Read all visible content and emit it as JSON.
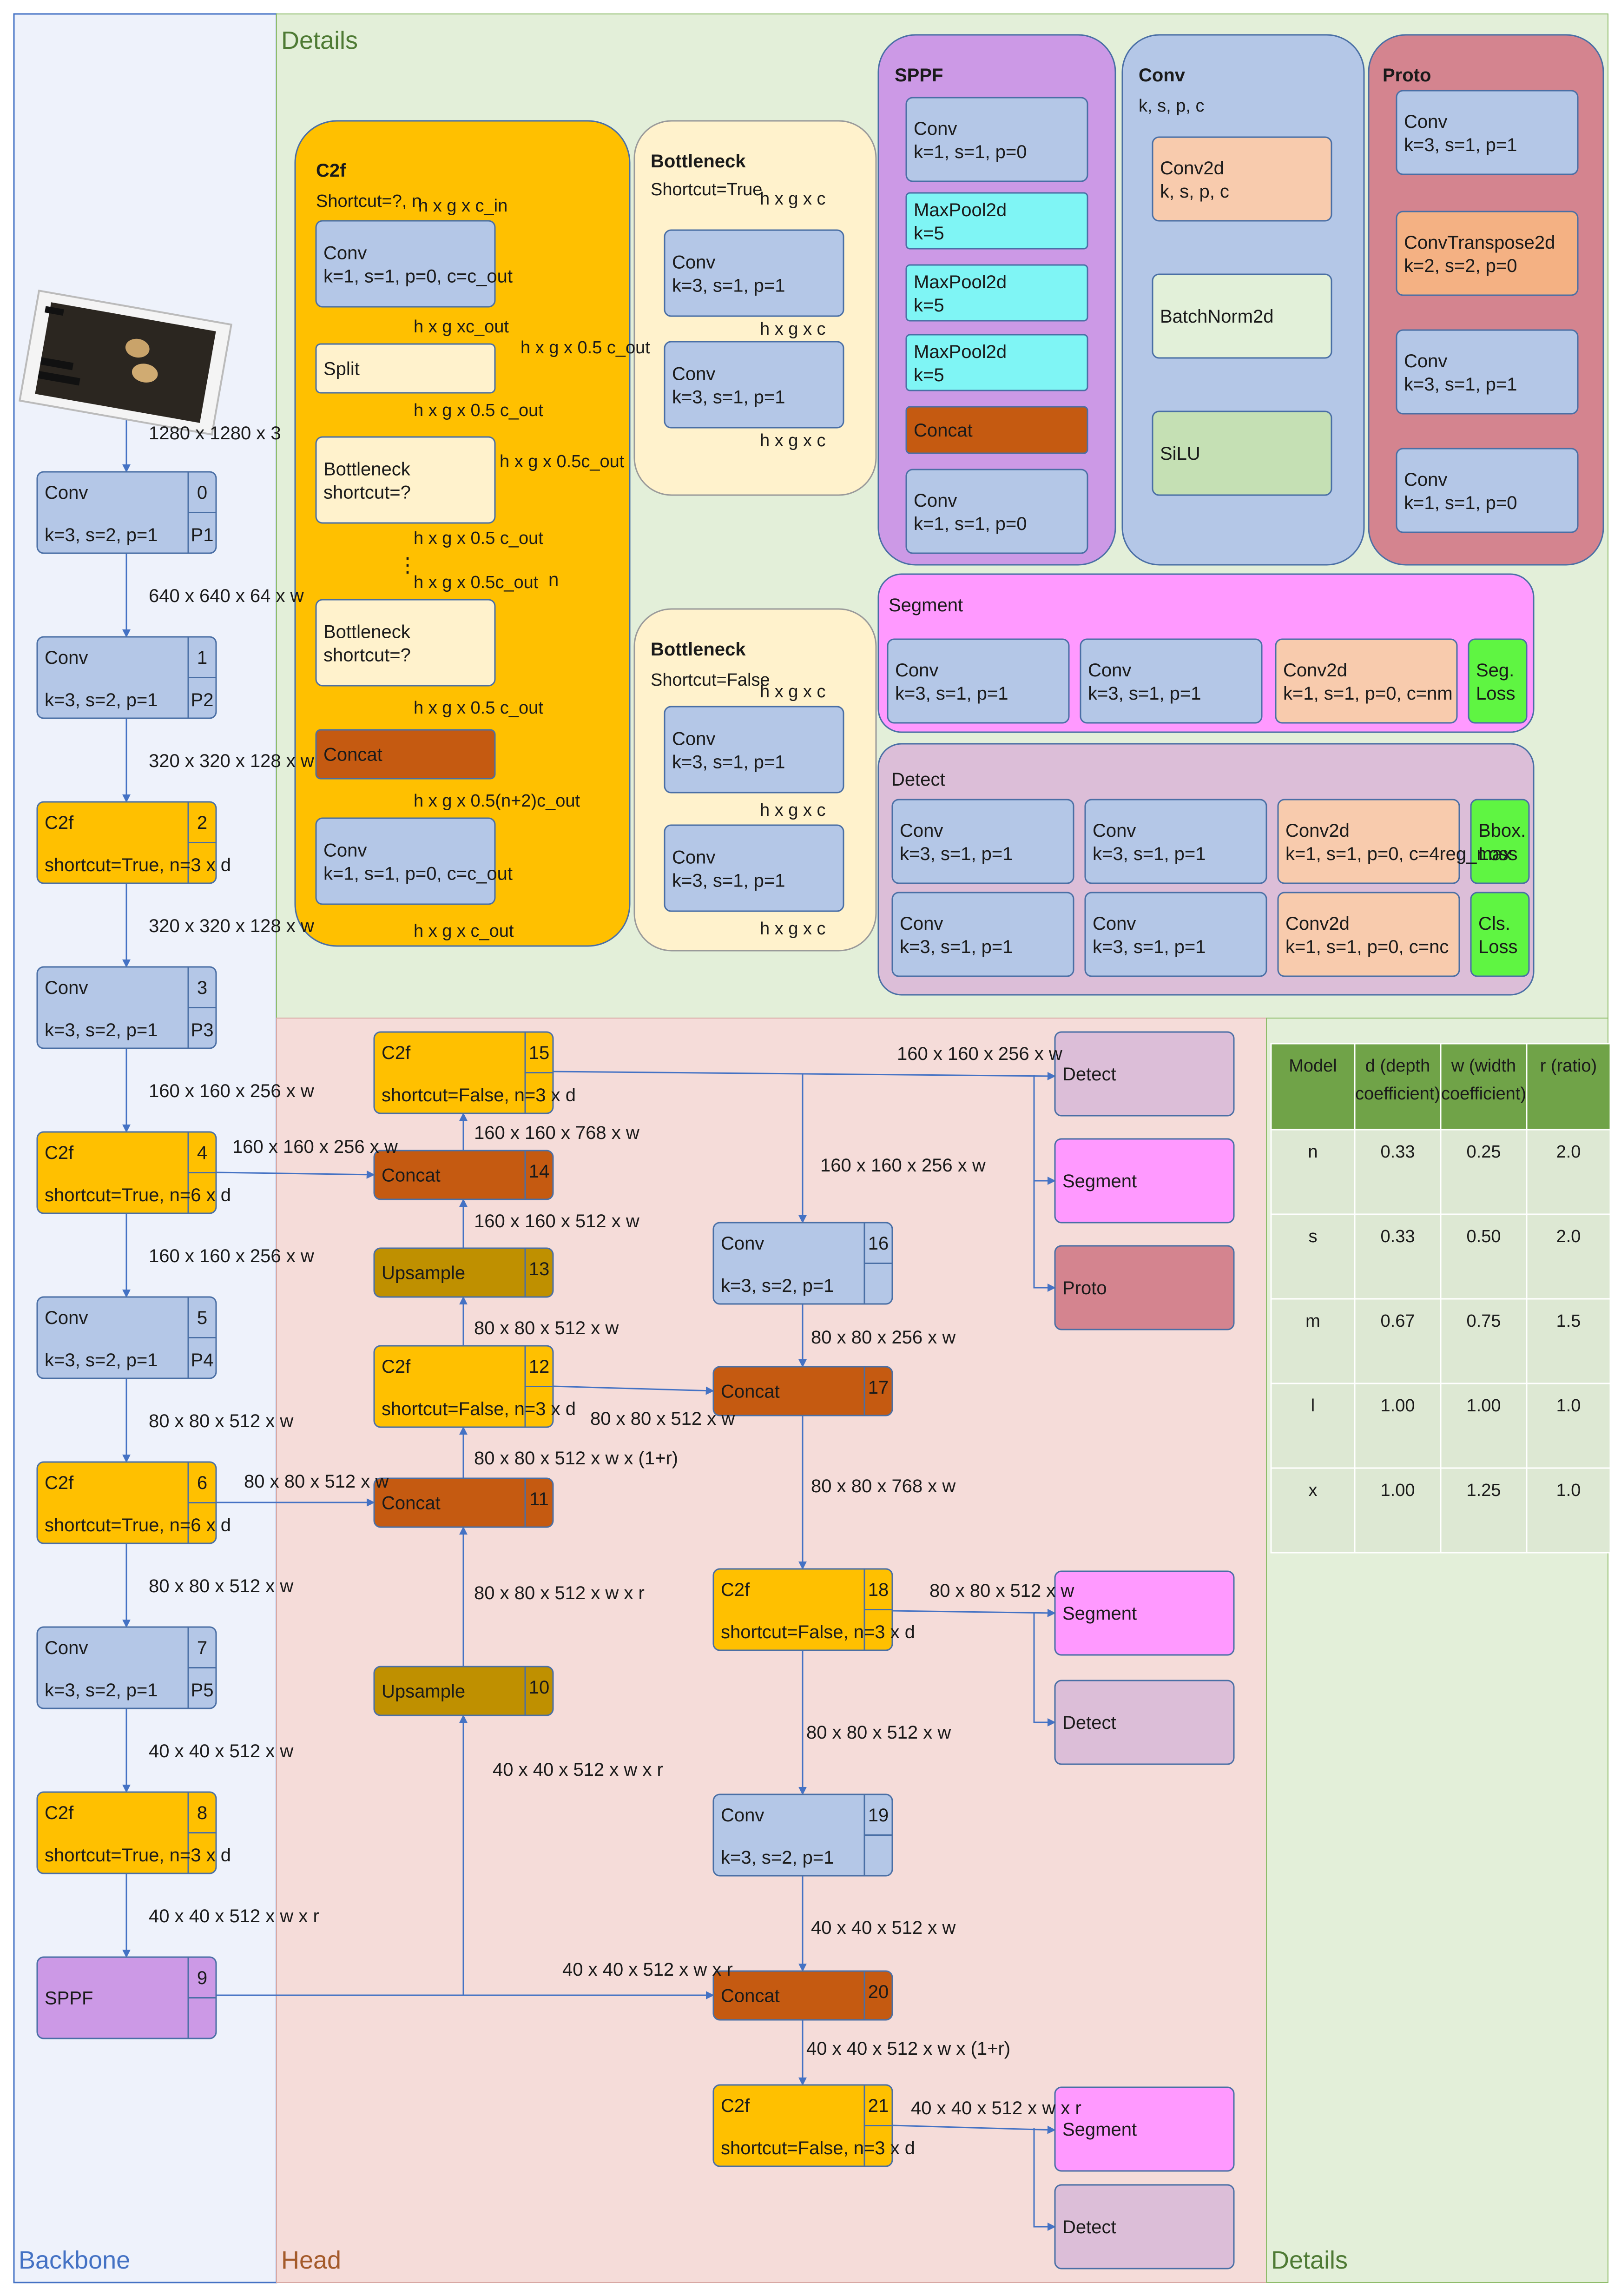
{
  "regions": {
    "backbone": "Backbone",
    "head": "Head",
    "details_top": "Details",
    "details_bottom": "Details"
  },
  "backbone": {
    "input_dim": "1280 x 1280 x 3",
    "layers": [
      {
        "idx": "0",
        "l1": "Conv",
        "l2": "k=3, s=2, p=1",
        "tag": "P1",
        "out": "640 x 640 x 64 x w"
      },
      {
        "idx": "1",
        "l1": "Conv",
        "l2": "k=3, s=2, p=1",
        "tag": "P2",
        "out": "320 x 320 x 128 x w"
      },
      {
        "idx": "2",
        "l1": "C2f",
        "l2": "shortcut=True, n=3 x d",
        "tag": "",
        "out": "320 x 320 x 128 x w"
      },
      {
        "idx": "3",
        "l1": "Conv",
        "l2": "k=3, s=2, p=1",
        "tag": "P3",
        "out": "160 x 160 x 256 x w"
      },
      {
        "idx": "4",
        "l1": "C2f",
        "l2": "shortcut=True, n=6 x d",
        "tag": "",
        "out": "160 x 160 x 256 x w"
      },
      {
        "idx": "5",
        "l1": "Conv",
        "l2": "k=3, s=2, p=1",
        "tag": "P4",
        "out": "80 x 80 x 512 x w"
      },
      {
        "idx": "6",
        "l1": "C2f",
        "l2": "shortcut=True, n=6 x d",
        "tag": "",
        "out": "80 x 80 x 512 x w"
      },
      {
        "idx": "7",
        "l1": "Conv",
        "l2": "k=3, s=2, p=1",
        "tag": "P5",
        "out": "40 x 40 x 512 x w"
      },
      {
        "idx": "8",
        "l1": "C2f",
        "l2": "shortcut=True, n=3 x d",
        "tag": "",
        "out": "40 x 40 x 512 x w x r"
      },
      {
        "idx": "9",
        "l1": "SPPF",
        "l2": "",
        "tag": "",
        "out": ""
      }
    ]
  },
  "head": {
    "layers": [
      {
        "idx": "15",
        "l1": "C2f",
        "l2": "shortcut=False, n=3 x d"
      },
      {
        "idx": "14",
        "l1": "Concat",
        "l2": ""
      },
      {
        "idx": "13",
        "l1": "Upsample",
        "l2": ""
      },
      {
        "idx": "12",
        "l1": "C2f",
        "l2": "shortcut=False, n=3 x d"
      },
      {
        "idx": "11",
        "l1": "Concat",
        "l2": ""
      },
      {
        "idx": "10",
        "l1": "Upsample",
        "l2": ""
      },
      {
        "idx": "16",
        "l1": "Conv",
        "l2": "k=3, s=2, p=1"
      },
      {
        "idx": "17",
        "l1": "Concat",
        "l2": ""
      },
      {
        "idx": "18",
        "l1": "C2f",
        "l2": "shortcut=False, n=3 x d"
      },
      {
        "idx": "19",
        "l1": "Conv",
        "l2": "k=3, s=2, p=1"
      },
      {
        "idx": "20",
        "l1": "Concat",
        "l2": ""
      },
      {
        "idx": "21",
        "l1": "C2f",
        "l2": "shortcut=False, n=3 x d"
      }
    ],
    "outputs": [
      "Detect",
      "Segment",
      "Proto",
      "Segment",
      "Detect",
      "Segment",
      "Detect"
    ],
    "edge_labels": {
      "e15_out": "160 x 160 x 256 x w",
      "e14_15": "160 x 160 x 768 x w",
      "e4_14": "160 x 160 x 256 x w",
      "e13_14": "160 x 160 x 512 x w",
      "e12_13": "80 x 80 x 512 x w",
      "e11_12": "80 x 80 x 512 x w x (1+r)",
      "e6_11": "80 x 80 x 512 x w",
      "e10_11": "80 x 80 x 512 x w x r",
      "e9_10": "40 x 40 x 512 x w x r",
      "e9_20": "40 x 40 x 512 x w x r",
      "e15_16": "160 x 160 x 256 x w",
      "e16_17": "80 x 80 x 256 x w",
      "e12_17": "80 x 80 x 512 x w",
      "e17_18": "80 x 80 x 768 x w",
      "e18_out": "80 x 80 x 512 x w",
      "e18_19": "80 x 80 x 512 x w",
      "e19_20": "40 x 40 x 512 x w",
      "e20_21": "40 x 40 x 512 x w x (1+r)",
      "e21_out": "40 x 40 x 512 x w x r"
    }
  },
  "c2f": {
    "title": "C2f",
    "subtitle": "Shortcut=?, n",
    "in_dim": "h x g x c_in",
    "conv1_l1": "Conv",
    "conv1_l2": "k=1, s=1, p=0, c=c_out",
    "d1": "h x g xc_out",
    "split": "Split",
    "d_split_right": "h x g x 0.5 c_out",
    "d2": "h x g x 0.5 c_out",
    "bn1_l1": "Bottleneck",
    "bn1_l2": "shortcut=?",
    "d_bn1_right": "h x g x 0.5c_out",
    "d3": "h x g x 0.5 c_out",
    "dots": "⋮",
    "d4": "h x g x 0.5c_out",
    "n_label": "n",
    "bn2_l1": "Bottleneck",
    "bn2_l2": "shortcut=?",
    "d5": "h x g x 0.5 c_out",
    "concat": "Concat",
    "d6": "h x g x 0.5(n+2)c_out",
    "conv2_l1": "Conv",
    "conv2_l2": "k=1, s=1, p=0, c=c_out",
    "out_dim": "h x g x c_out"
  },
  "bottleneck_true": {
    "title": "Bottleneck",
    "subtitle": "Shortcut=True",
    "d_in": "h x g x c",
    "conv1_l1": "Conv",
    "conv1_l2": "k=3, s=1, p=1",
    "d_mid": "h x g x c",
    "conv2_l1": "Conv",
    "conv2_l2": "k=3, s=1, p=1",
    "d_out": "h x g x c"
  },
  "bottleneck_false": {
    "title": "Bottleneck",
    "subtitle": "Shortcut=False",
    "d_in": "h x g x c",
    "conv1_l1": "Conv",
    "conv1_l2": "k=3, s=1, p=1",
    "d_mid": "h x g x c",
    "conv2_l1": "Conv",
    "conv2_l2": "k=3, s=1, p=1",
    "d_out": "h x g x c"
  },
  "sppf": {
    "title": "SPPF",
    "conv1_l1": "Conv",
    "conv1_l2": "k=1, s=1, p=0",
    "mp_l1": "MaxPool2d",
    "mp_l2": "k=5",
    "concat": "Concat",
    "conv2_l1": "Conv",
    "conv2_l2": "k=1, s=1, p=0"
  },
  "conv_block": {
    "title": "Conv",
    "subtitle": "k, s, p, c",
    "conv2d_l1": "Conv2d",
    "conv2d_l2": "k, s, p, c",
    "bn": "BatchNorm2d",
    "silu": "SiLU"
  },
  "proto": {
    "title": "Proto",
    "conv1_l1": "Conv",
    "conv1_l2": "k=3, s=1, p=1",
    "ct_l1": "ConvTranspose2d",
    "ct_l2": "k=2, s=2, p=0",
    "conv2_l1": "Conv",
    "conv2_l2": "k=3, s=1, p=1",
    "conv3_l1": "Conv",
    "conv3_l2": "k=1, s=1, p=0"
  },
  "segment": {
    "title": "Segment",
    "c1_l1": "Conv",
    "c1_l2": "k=3, s=1, p=1",
    "c2_l1": "Conv",
    "c2_l2": "k=3, s=1, p=1",
    "c3_l1": "Conv2d",
    "c3_l2": "k=1, s=1, p=0, c=nm",
    "loss_l1": "Seg.",
    "loss_l2": "Loss"
  },
  "detect": {
    "title": "Detect",
    "r1c1_l1": "Conv",
    "r1c1_l2": "k=3, s=1, p=1",
    "r1c2_l1": "Conv",
    "r1c2_l2": "k=3, s=1, p=1",
    "r1c3_l1": "Conv2d",
    "r1c3_l2": "k=1, s=1, p=0, c=4reg_max",
    "r1loss_l1": "Bbox.",
    "r1loss_l2": "Loss",
    "r2c1_l1": "Conv",
    "r2c1_l2": "k=3, s=1, p=1",
    "r2c2_l1": "Conv",
    "r2c2_l2": "k=3, s=1, p=1",
    "r2c3_l1": "Conv2d",
    "r2c3_l2": "k=1, s=1, p=0, c=nc",
    "r2loss_l1": "Cls.",
    "r2loss_l2": "Loss"
  },
  "table": {
    "headers": [
      [
        "Model",
        ""
      ],
      [
        "d (depth",
        "coefficient)"
      ],
      [
        "w (width",
        "coefficient)"
      ],
      [
        "r (ratio)",
        ""
      ]
    ],
    "rows": [
      [
        "n",
        "0.33",
        "0.25",
        "2.0"
      ],
      [
        "s",
        "0.33",
        "0.50",
        "2.0"
      ],
      [
        "m",
        "0.67",
        "0.75",
        "1.5"
      ],
      [
        "l",
        "1.00",
        "1.00",
        "1.0"
      ],
      [
        "x",
        "1.00",
        "1.25",
        "1.0"
      ]
    ]
  },
  "colors": {
    "backbone_bg": "#eef2fb",
    "head_bg": "#f5dcd9",
    "details_bg": "#e3efd9",
    "conv": "#b4c7e7",
    "c2f": "#ffc000",
    "concat": "#c55a11",
    "upsample": "#bf9000",
    "sppf": "#cc99e6",
    "segment": "#ff99ff",
    "detect": "#dcbed8",
    "proto": "#d4848f",
    "bottleneck": "#fff2cc",
    "maxpool": "#7ff5f5",
    "conv2d": "#f8cbad",
    "batchnorm": "#e2f0d9",
    "silu": "#c5e0b4",
    "loss": "#5ff542",
    "arrow": "#4472c4",
    "table_header": "#70a348"
  }
}
